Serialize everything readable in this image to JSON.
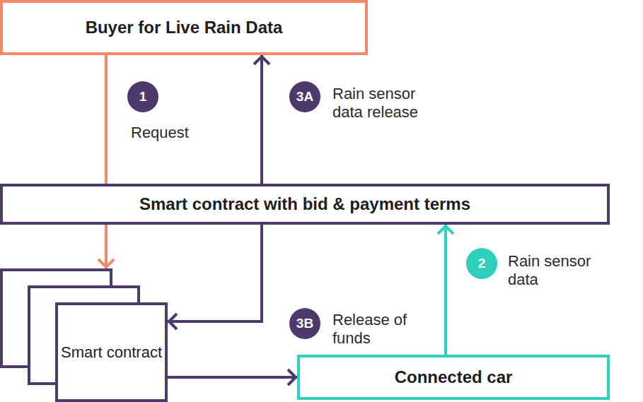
{
  "diagram": {
    "nodes": [
      {
        "text": [
          "Buyer for Live Rain Data"
        ]
      },
      {
        "text": [
          "Smart contract with bid & payment terms"
        ]
      },
      {
        "text": [
          "Smart contract"
        ]
      },
      {
        "text": [
          "Connected car"
        ]
      }
    ],
    "edges": [
      {
        "from": 0,
        "to": 2,
        "arrow": "to",
        "label": "Request"
      },
      {
        "from": 1,
        "to": 0,
        "arrow": "to",
        "label": "Rain sensor data release"
      },
      {
        "from": 1,
        "to": 2,
        "arrow": "to",
        "label": "Release of funds"
      },
      {
        "from": 3,
        "to": 1,
        "arrow": "to",
        "label": "Rain sensor data"
      },
      {
        "from": 2,
        "to": 3,
        "arrow": "to"
      }
    ],
    "labels": [
      "1",
      "3A",
      "3B",
      "2"
    ]
  }
}
